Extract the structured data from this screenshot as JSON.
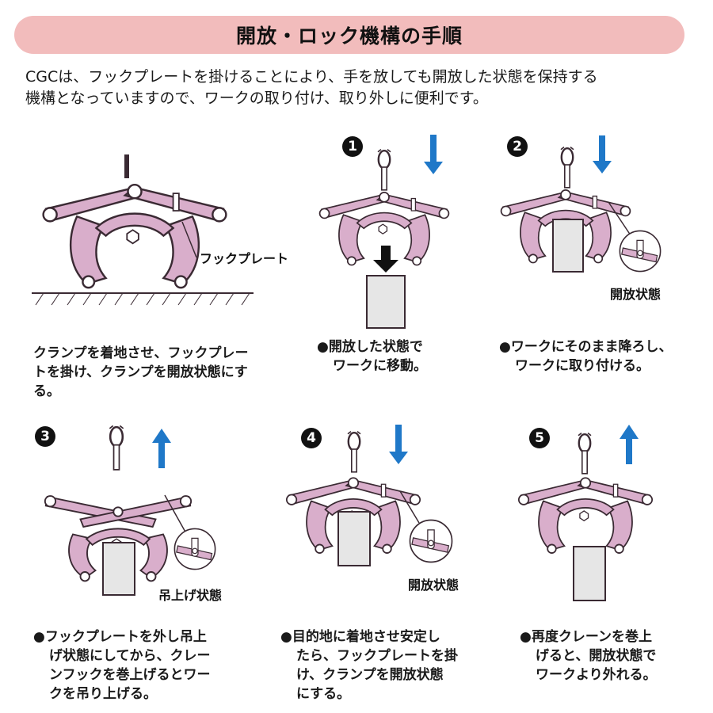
{
  "title": "開放・ロック機構の手順",
  "intro": [
    "CGCは、フックプレートを掛けることにより、手を放しても開放した状態を保持する",
    "機構となっていますので、ワークの取り付け、取り外しに便利です。"
  ],
  "labels": {
    "hook_plate": "フックプレート",
    "open_state": "開放状態",
    "lift_state": "吊上げ状態"
  },
  "steps": [
    {
      "marker": "",
      "caption": [
        "クランプを着地させ、フックプレー",
        "トを掛け、クランプを開放状態にす",
        "る。"
      ]
    },
    {
      "marker": "1",
      "caption": [
        "●開放した状態で",
        "ワークに移動。"
      ]
    },
    {
      "marker": "2",
      "caption": [
        "●ワークにそのまま降ろし、",
        "ワークに取り付ける。"
      ]
    },
    {
      "marker": "3",
      "caption": [
        "●フックプレートを外し吊上",
        "げ状態にしてから、クレー",
        "ンフックを巻上げるとワー",
        "クを吊り上げる。"
      ]
    },
    {
      "marker": "4",
      "caption": [
        "●目的地に着地させ安定し",
        "たら、フックプレートを掛",
        "け、クランプを開放状態",
        "にする。"
      ]
    },
    {
      "marker": "5",
      "caption": [
        "●再度クレーンを巻上",
        "げると、開放状態で",
        "ワークより外れる。"
      ]
    }
  ],
  "colors": {
    "title_bg": "#f2bcbc",
    "clamp_fill": "#d9aecb",
    "arrow_blue": "#1f78c8",
    "work_fill": "#e6e6e6"
  }
}
